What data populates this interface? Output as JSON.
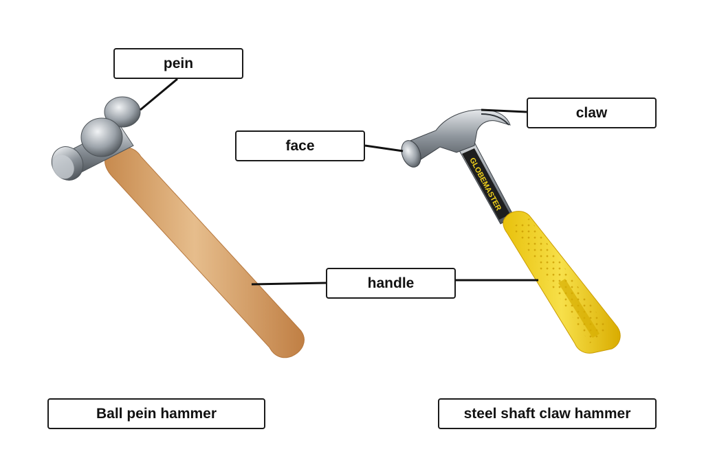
{
  "labels": {
    "pein": "pein",
    "face": "face",
    "claw": "claw",
    "handle": "handle",
    "ball_pein_hammer": "Ball pein hammer",
    "steel_shaft_claw_hammer": "steel shaft claw hammer"
  },
  "brand_text": "GLOBEMASTER",
  "colors": {
    "wood_handle": "#d9a66e",
    "yellow_grip": "#f2d21b",
    "steel": "#9aa0a6",
    "outline": "#1a1a1a"
  }
}
